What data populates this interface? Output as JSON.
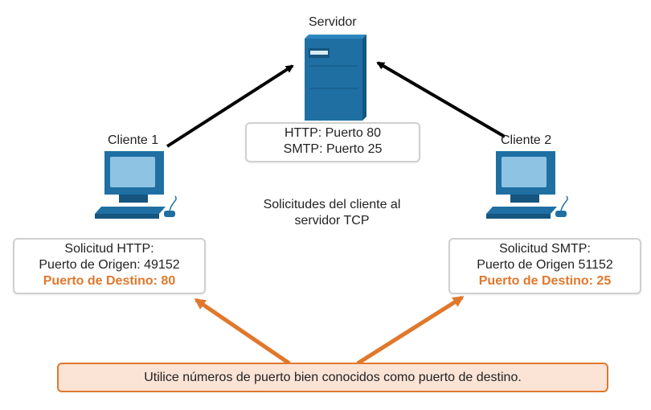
{
  "server": {
    "title": "Servidor",
    "ports": [
      "HTTP: Puerto 80",
      "SMTP: Puerto 25"
    ]
  },
  "client1": {
    "title": "Cliente 1",
    "request_title": "Solicitud HTTP:",
    "source_port": "Puerto de Origen: 49152",
    "dest_port": "Puerto de Destino: 80"
  },
  "client2": {
    "title": "Cliente 2",
    "request_title": "Solicitud SMTP:",
    "source_port": "Puerto de Origen 51152",
    "dest_port": "Puerto de Destino: 25"
  },
  "center_caption": {
    "line1": "Solicitudes del cliente al",
    "line2": "servidor TCP"
  },
  "note": "Utilice números de puerto bien conocidos como puerto de destino.",
  "colors": {
    "device_blue": "#1f6fa3",
    "device_dark": "#15557f",
    "screen_light": "#8fc3e3",
    "accent_orange": "#e0782c",
    "note_fill": "#fbe3d6",
    "arrow_black": "#000000"
  }
}
